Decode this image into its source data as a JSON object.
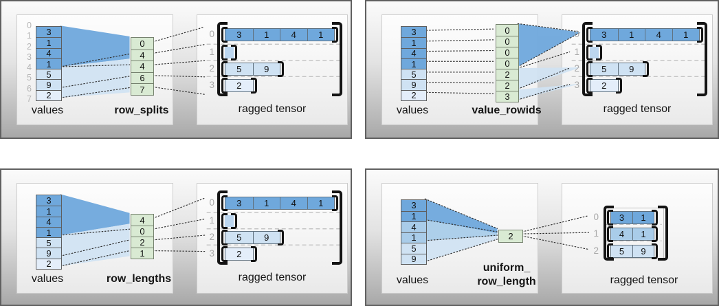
{
  "colors": {
    "dark_blue": "#6fa8dc",
    "medium_blue": "#a9cce9",
    "light_blue": "#cfe2f3",
    "pale_blue": "#e4eefa",
    "green": "#d9ead3"
  },
  "quads": [
    {
      "values_label": "values",
      "param_label": "row_splits",
      "tensor_label": "ragged tensor",
      "boundary_indices": [
        "0",
        "1",
        "2",
        "3",
        "4",
        "5",
        "6",
        "7"
      ],
      "values": [
        {
          "v": "3",
          "s": "d"
        },
        {
          "v": "1",
          "s": "d"
        },
        {
          "v": "4",
          "s": "d"
        },
        {
          "v": "1",
          "s": "d"
        },
        {
          "v": "5",
          "s": "l"
        },
        {
          "v": "9",
          "s": "l"
        },
        {
          "v": "2",
          "s": "xl"
        }
      ],
      "param_cells": [
        {
          "v": "0"
        },
        {
          "v": "4"
        },
        {
          "v": "4"
        },
        {
          "v": "6"
        },
        {
          "v": "7"
        }
      ],
      "tensor_rows": [
        {
          "index": "0",
          "cells": [
            {
              "v": "3",
              "s": "d"
            },
            {
              "v": "1",
              "s": "d"
            },
            {
              "v": "4",
              "s": "d"
            },
            {
              "v": "1",
              "s": "d"
            }
          ]
        },
        {
          "index": "1",
          "cells": []
        },
        {
          "index": "2",
          "cells": [
            {
              "v": "5",
              "s": "l"
            },
            {
              "v": "9",
              "s": "l"
            }
          ]
        },
        {
          "index": "3",
          "cells": [
            {
              "v": "2",
              "s": "xl"
            }
          ]
        }
      ]
    },
    {
      "values_label": "values",
      "param_label": "value_rowids",
      "tensor_label": "ragged tensor",
      "values": [
        {
          "v": "3",
          "s": "d"
        },
        {
          "v": "1",
          "s": "d"
        },
        {
          "v": "4",
          "s": "d"
        },
        {
          "v": "1",
          "s": "d"
        },
        {
          "v": "5",
          "s": "l"
        },
        {
          "v": "9",
          "s": "l"
        },
        {
          "v": "2",
          "s": "xl"
        }
      ],
      "param_cells": [
        {
          "v": "0"
        },
        {
          "v": "0"
        },
        {
          "v": "0"
        },
        {
          "v": "0"
        },
        {
          "v": "2"
        },
        {
          "v": "2"
        },
        {
          "v": "3"
        }
      ],
      "tensor_rows": [
        {
          "index": "0",
          "cells": [
            {
              "v": "3",
              "s": "d"
            },
            {
              "v": "1",
              "s": "d"
            },
            {
              "v": "4",
              "s": "d"
            },
            {
              "v": "1",
              "s": "d"
            }
          ]
        },
        {
          "index": "1",
          "cells": []
        },
        {
          "index": "2",
          "cells": [
            {
              "v": "5",
              "s": "l"
            },
            {
              "v": "9",
              "s": "l"
            }
          ]
        },
        {
          "index": "3",
          "cells": [
            {
              "v": "2",
              "s": "xl"
            }
          ]
        }
      ]
    },
    {
      "values_label": "values",
      "param_label": "row_lengths",
      "tensor_label": "ragged tensor",
      "values": [
        {
          "v": "3",
          "s": "d"
        },
        {
          "v": "1",
          "s": "d"
        },
        {
          "v": "4",
          "s": "d"
        },
        {
          "v": "1",
          "s": "d"
        },
        {
          "v": "5",
          "s": "l"
        },
        {
          "v": "9",
          "s": "l"
        },
        {
          "v": "2",
          "s": "xl"
        }
      ],
      "param_cells": [
        {
          "v": "4"
        },
        {
          "v": "0"
        },
        {
          "v": "2"
        },
        {
          "v": "1"
        }
      ],
      "tensor_rows": [
        {
          "index": "0",
          "cells": [
            {
              "v": "3",
              "s": "d"
            },
            {
              "v": "1",
              "s": "d"
            },
            {
              "v": "4",
              "s": "d"
            },
            {
              "v": "1",
              "s": "d"
            }
          ]
        },
        {
          "index": "1",
          "cells": []
        },
        {
          "index": "2",
          "cells": [
            {
              "v": "5",
              "s": "l"
            },
            {
              "v": "9",
              "s": "l"
            }
          ]
        },
        {
          "index": "3",
          "cells": [
            {
              "v": "2",
              "s": "xl"
            }
          ]
        }
      ]
    },
    {
      "values_label": "values",
      "param_label": "uniform_",
      "param_label2": "row_length",
      "tensor_label": "ragged tensor",
      "values": [
        {
          "v": "3",
          "s": "d"
        },
        {
          "v": "1",
          "s": "d"
        },
        {
          "v": "4",
          "s": "m"
        },
        {
          "v": "1",
          "s": "m"
        },
        {
          "v": "5",
          "s": "l"
        },
        {
          "v": "9",
          "s": "l"
        }
      ],
      "param_cells": [
        {
          "v": "2"
        }
      ],
      "tensor_rows": [
        {
          "index": "0",
          "cells": [
            {
              "v": "3",
              "s": "d"
            },
            {
              "v": "1",
              "s": "d"
            }
          ]
        },
        {
          "index": "1",
          "cells": [
            {
              "v": "4",
              "s": "m"
            },
            {
              "v": "1",
              "s": "m"
            }
          ]
        },
        {
          "index": "2",
          "cells": [
            {
              "v": "5",
              "s": "l"
            },
            {
              "v": "9",
              "s": "l"
            }
          ]
        }
      ]
    }
  ]
}
